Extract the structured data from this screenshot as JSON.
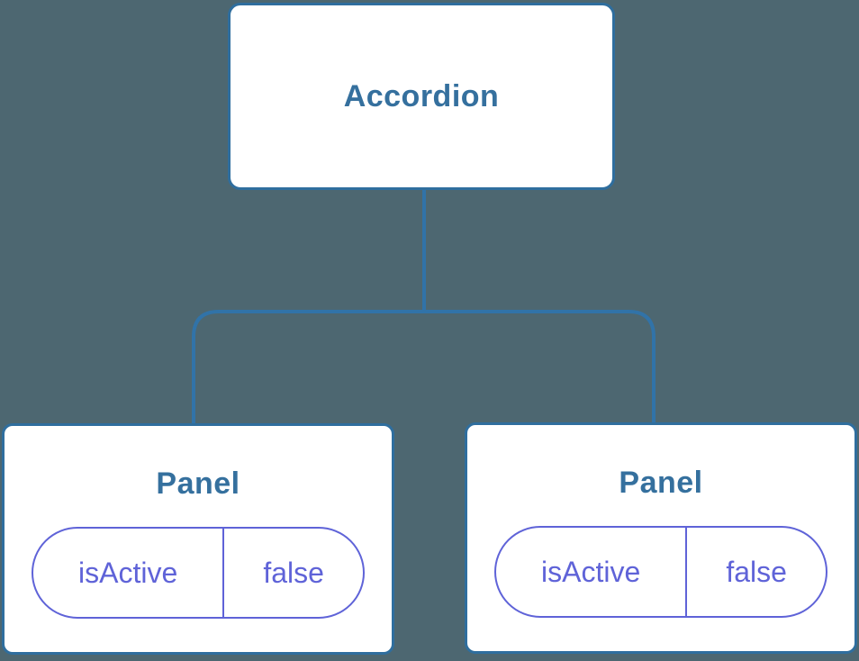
{
  "diagram": {
    "type": "component-tree",
    "root": {
      "label": "Accordion"
    },
    "children": [
      {
        "label": "Panel",
        "prop": {
          "name": "isActive",
          "value": "false"
        }
      },
      {
        "label": "Panel",
        "prop": {
          "name": "isActive",
          "value": "false"
        }
      }
    ]
  },
  "colors": {
    "background": "#4D6771",
    "node_border": "#2F6E9E",
    "node_text": "#35709E",
    "connector_line": "#3173A8",
    "prop_accent": "#5F63D8",
    "node_background": "#FFFFFF"
  }
}
